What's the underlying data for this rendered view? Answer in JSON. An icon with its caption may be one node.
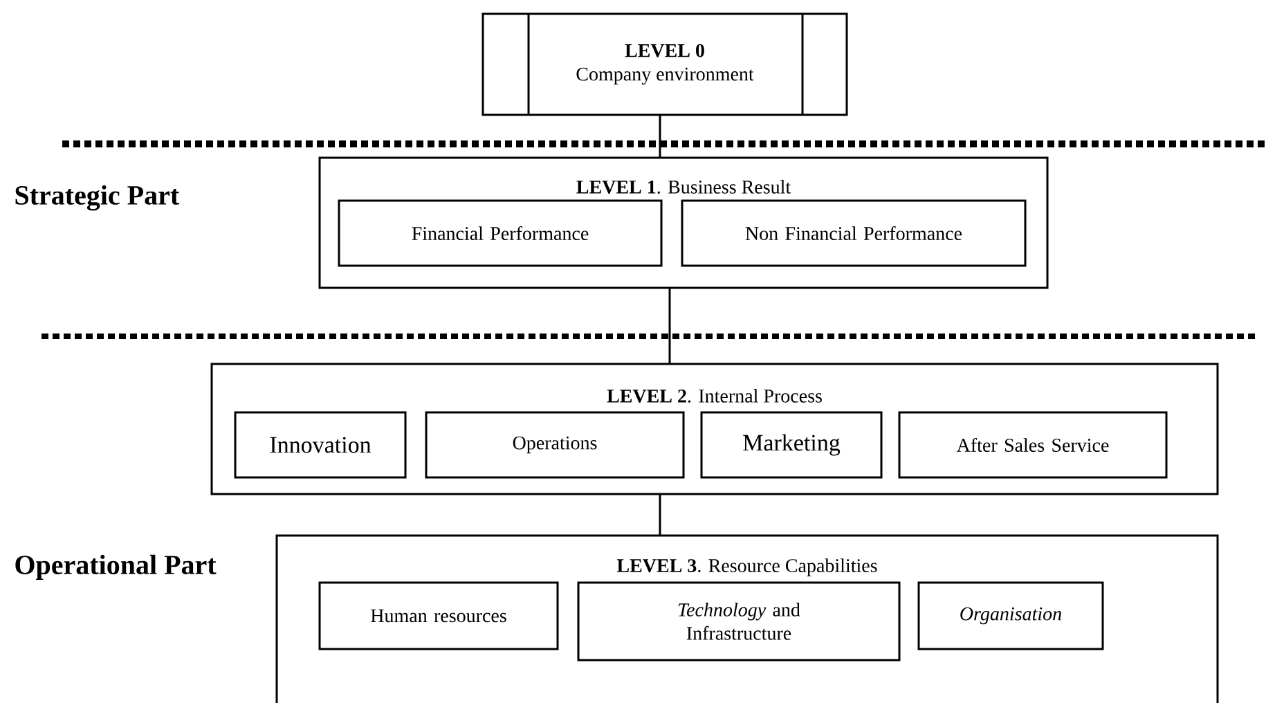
{
  "diagram": {
    "nodes": [
      {
        "text": [
          "LEVEL 0",
          "Company environment"
        ]
      },
      {
        "text": [
          "**LEVEL 1**. Business Result"
        ]
      },
      {
        "text": [
          "Financial Performance"
        ],
        "in": 1
      },
      {
        "text": [
          "Non Financial Performance"
        ],
        "in": 1
      },
      {
        "text": [
          "**LEVEL 2**. Internal Process"
        ]
      },
      {
        "text": [
          "Innovation"
        ],
        "in": 4
      },
      {
        "text": [
          "Operations"
        ],
        "in": 4
      },
      {
        "text": [
          "Marketing"
        ],
        "in": 4
      },
      {
        "text": [
          "After Sales Service"
        ],
        "in": 4
      },
      {
        "text": [
          "**LEVEL 3**. Resource Capabilities"
        ]
      },
      {
        "text": [
          "Human resources"
        ],
        "in": 9
      },
      {
        "text": [
          "*Technology* and Infrastructure"
        ],
        "in": 9
      },
      {
        "text": [
          "Organisation"
        ],
        "in": 9
      }
    ],
    "edges": [
      {
        "from": 0,
        "to": 1,
        "arrow": "none"
      },
      {
        "from": 1,
        "to": 4,
        "arrow": "none"
      },
      {
        "from": 4,
        "to": 9,
        "arrow": "none"
      }
    ],
    "labels": [
      "Strategic Part",
      "Operational Part"
    ]
  }
}
